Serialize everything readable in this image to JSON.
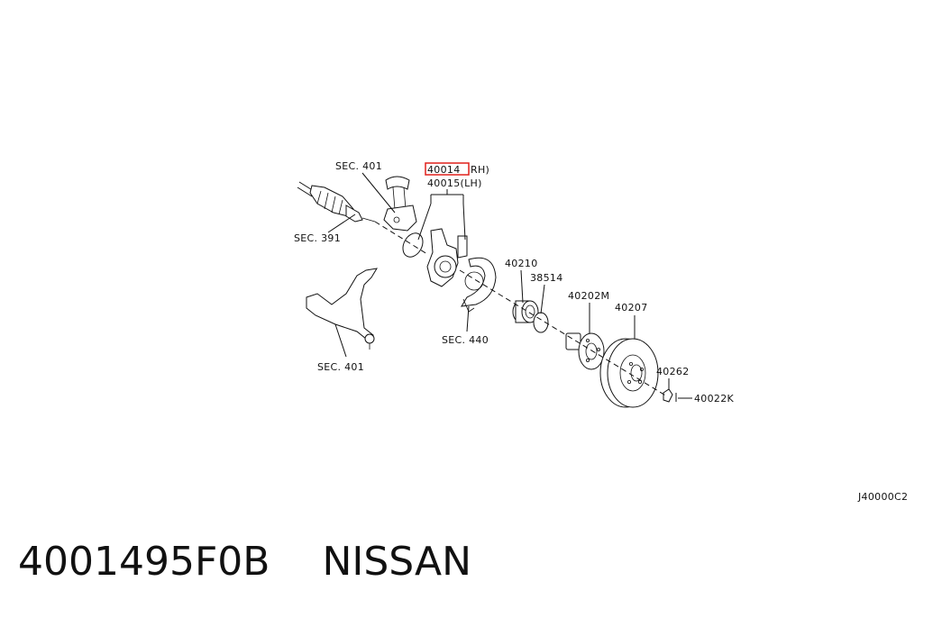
{
  "diagram": {
    "labels": {
      "sec401_top": "SEC. 401",
      "sec391": "SEC. 391",
      "sec401_bottom": "SEC. 401",
      "sec440": "SEC. 440",
      "part_40014": "40014",
      "rh": "RH)",
      "part_40015": "40015(LH)",
      "part_40210": "40210",
      "part_38514": "38514",
      "part_40202m": "40202M",
      "part_40207": "40207",
      "part_40262": "40262",
      "part_40022k": "40022K",
      "figure_code": "J40000C2"
    },
    "highlight_color": "#e0201c"
  },
  "footer": {
    "part_number": "4001495F0B",
    "brand": "NISSAN"
  }
}
